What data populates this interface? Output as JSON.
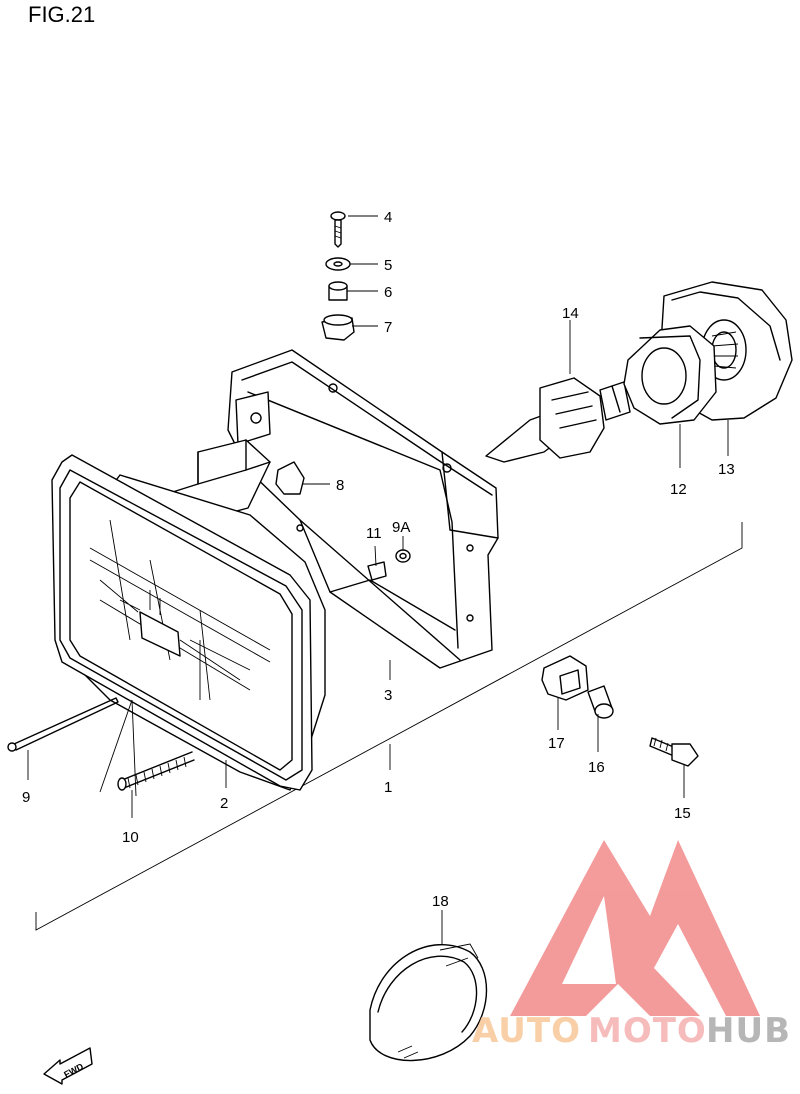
{
  "figure": {
    "title": "FIG.21"
  },
  "callouts": {
    "c1": "1",
    "c2": "2",
    "c3": "3",
    "c4": "4",
    "c5": "5",
    "c6": "6",
    "c7": "7",
    "c8": "8",
    "c9": "9",
    "c9a": "9A",
    "c10": "10",
    "c11": "11",
    "c12": "12",
    "c13": "13",
    "c14": "14",
    "c15": "15",
    "c16": "16",
    "c17": "17",
    "c18": "18"
  },
  "direction_badge": {
    "label": "FWD"
  },
  "watermark": {
    "part1": "AUTO",
    "part2": "MOTO",
    "part3": "HUB",
    "colors": {
      "logo": "#f07a7a",
      "auto": "#f6c08a",
      "moto": "#f3a6a6",
      "hub": "#9e9e9e"
    }
  }
}
